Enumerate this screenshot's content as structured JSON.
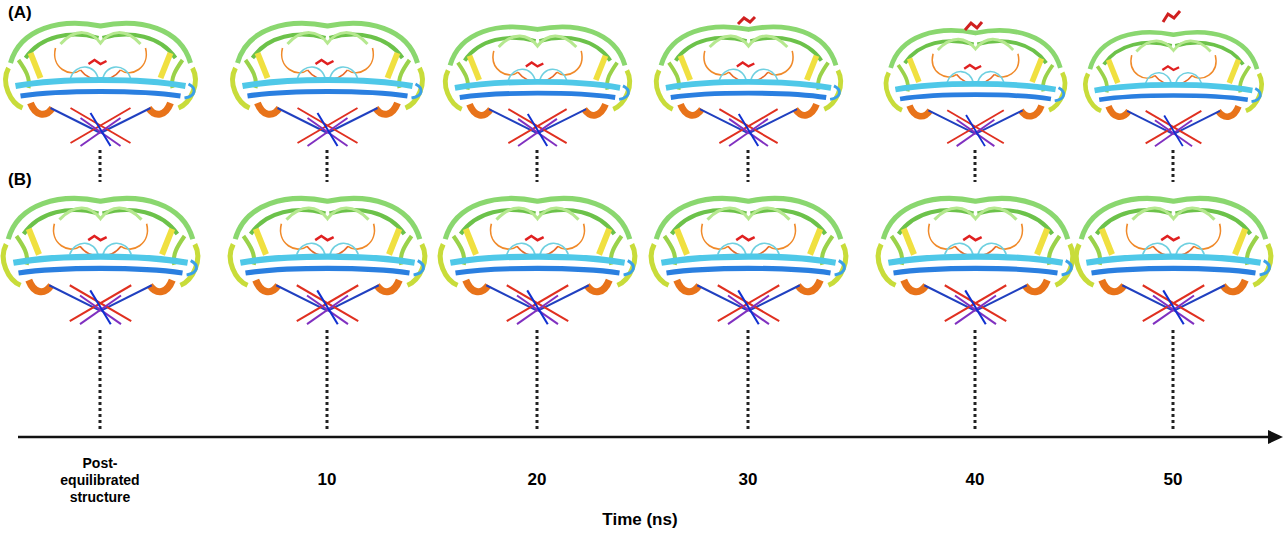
{
  "diagram": {
    "labels": [
      "(A)",
      "(B)",
      "Post-equilibrated structure",
      "10",
      "20",
      "30",
      "40",
      "50",
      "Time (ns)"
    ]
  }
}
